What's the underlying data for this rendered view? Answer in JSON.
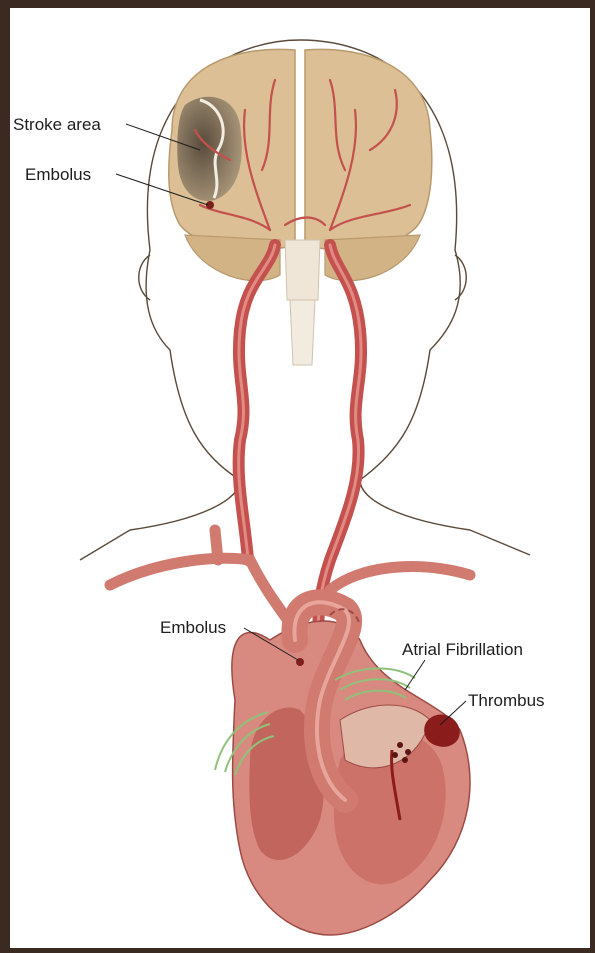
{
  "labels": {
    "stroke_area": "Stroke area",
    "embolus_brain": "Embolus",
    "embolus_aorta": "Embolus",
    "atrial_fibrillation": "Atrial Fibrillation",
    "thrombus": "Thrombus"
  },
  "colors": {
    "frame": "#3a2a22",
    "brain": "#dcbf94",
    "artery": "#c4514e",
    "heart": "#d98a80",
    "thrombus": "#8a1c1c",
    "fibrillation_waves": "#8fc17a"
  }
}
